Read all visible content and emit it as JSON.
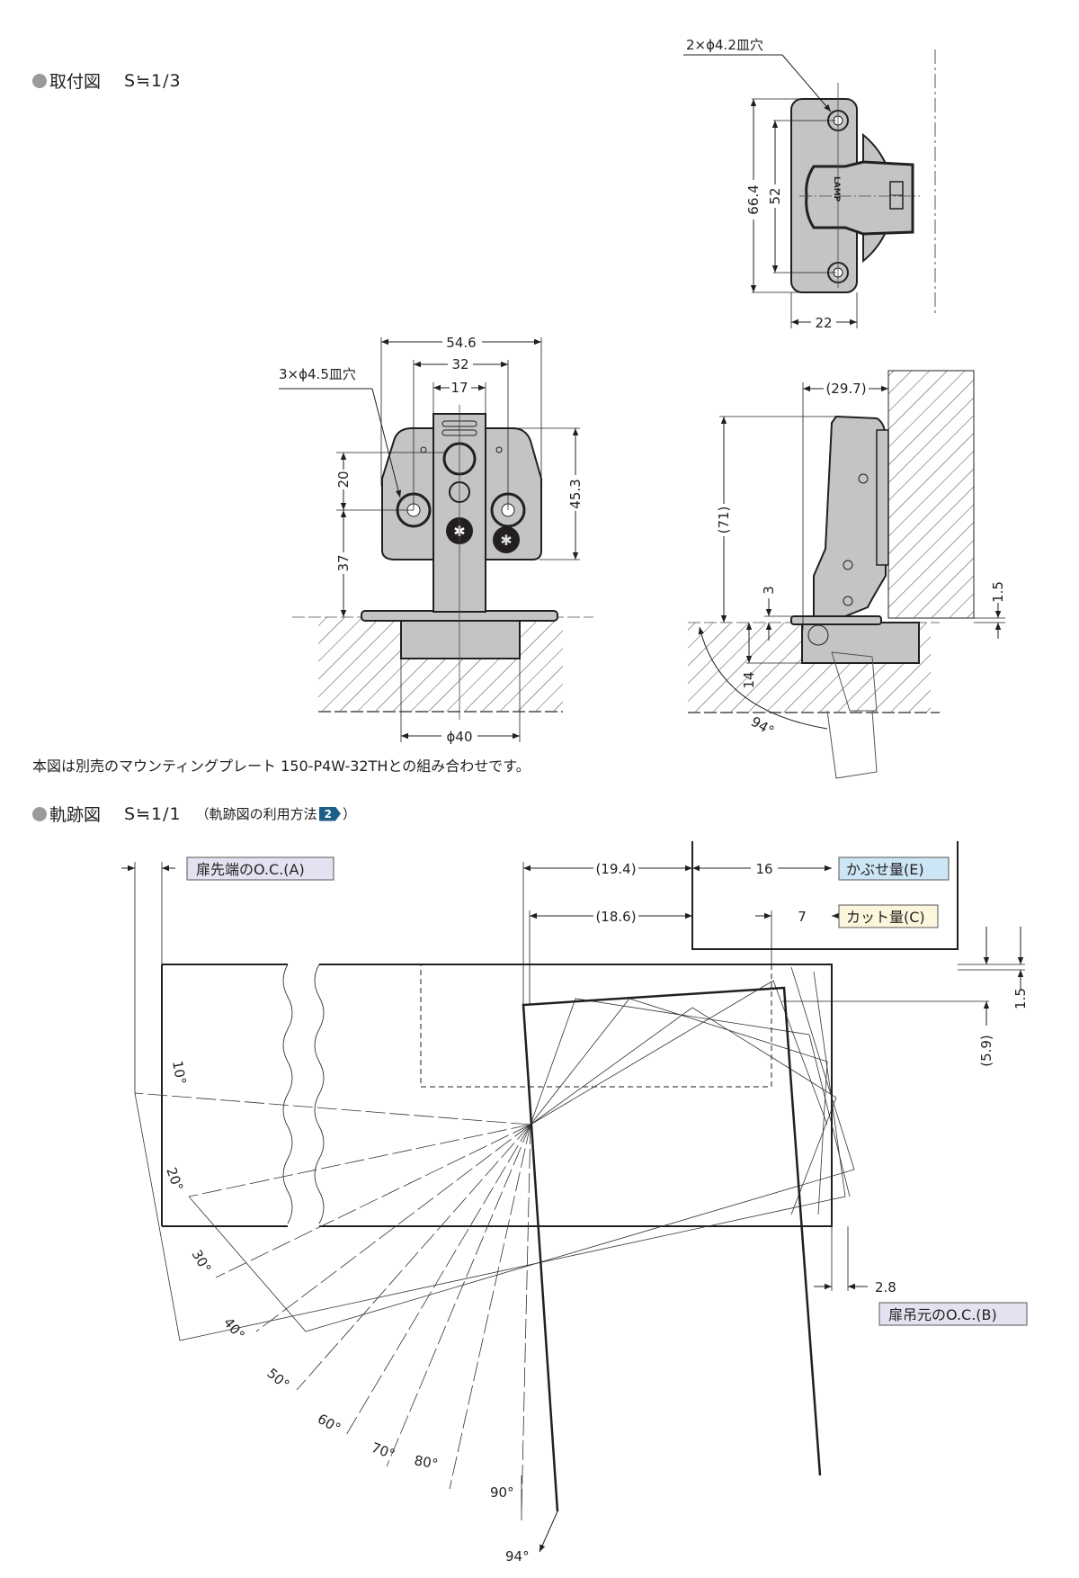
{
  "section1": {
    "title": "取付図",
    "scale": "S≒1/3",
    "note": "本図は別売のマウンティングプレート 150-P4W-32THとの組み合わせです。",
    "front_view": {
      "dims": {
        "overall_width": "54.6",
        "hole_pitch": "32",
        "arm_width": "17",
        "hole_callout": "3×ϕ4.5皿穴",
        "vertical_20": "20",
        "vertical_37": "37",
        "height_45_3": "45.3",
        "cup_dia": "ϕ40"
      }
    },
    "top_view": {
      "dims": {
        "hole_callout": "2×ϕ4.2皿穴",
        "height_66_4": "66.4",
        "pitch_52": "52",
        "width_22": "22"
      },
      "logo": "LAMP"
    },
    "side_view": {
      "dims": {
        "depth_29_7": "(29.7)",
        "height_71": "(71)",
        "dim_3": "3",
        "dim_14": "14",
        "dim_1_5": "1.5",
        "angle": "94°"
      }
    }
  },
  "section2": {
    "title": "軌跡図",
    "scale": "S≒1/1",
    "ref_text_open": "（軌跡図の利用方法",
    "ref_badge": "2",
    "ref_text_close": "）",
    "labels": {
      "door_edge_oc": "扉先端のO.C.(A)",
      "overlay": "かぶせ量(E)",
      "cut": "カット量(C)",
      "hinge_side_oc": "扉吊元のO.C.(B)"
    },
    "dims": {
      "d19_4": "(19.4)",
      "d18_6": "(18.6)",
      "d16": "16",
      "d7": "7",
      "d1_5": "1.5",
      "d5_9": "(5.9)",
      "d2_8": "2.8"
    },
    "angles": [
      "10°",
      "20°",
      "30°",
      "40°",
      "50°",
      "60°",
      "70°",
      "80°",
      "90°",
      "94°"
    ]
  },
  "colors": {
    "part_gray": "#c4c4c4",
    "label_blue": "#cde6f5",
    "label_yellow": "#fbf6dc",
    "label_lavender": "#e4e2f1",
    "badge": "#1d5e86"
  }
}
